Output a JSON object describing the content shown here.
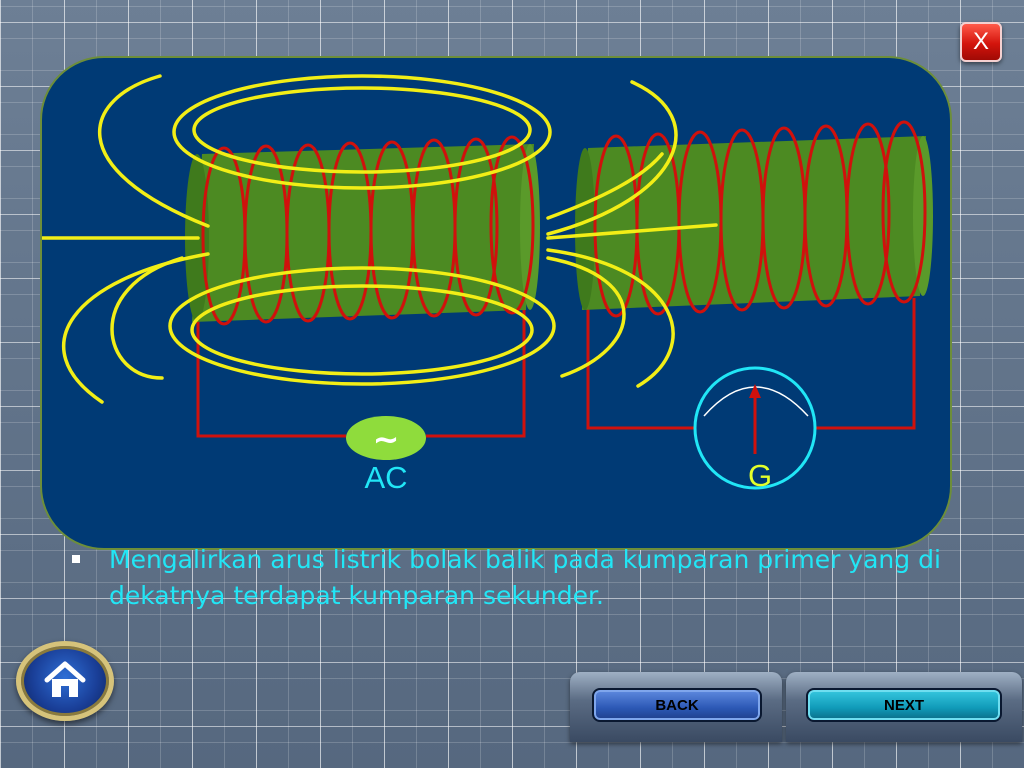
{
  "close_button": {
    "label": "X"
  },
  "diagram": {
    "source_label": "AC",
    "source_symbol": "~",
    "meter_label": "G",
    "colors": {
      "panel": "#003a75",
      "coil_core": "#4c8a22",
      "winding": "#d0110c",
      "field_lines": "#f2ee16",
      "circuit": "#d0110c",
      "meter": "#21e6f6",
      "source": "#8fdc3c",
      "ac_label": "#21e6f6",
      "g_label": "#e4ff2a"
    }
  },
  "content": {
    "bullet_text": "Mengalirkan arus listrik bolak balik pada kumparan primer yang di dekatnya terdapat kumparan sekunder."
  },
  "navigation": {
    "back_label": "BACK",
    "next_label": "NEXT",
    "home_icon": "home-icon"
  }
}
